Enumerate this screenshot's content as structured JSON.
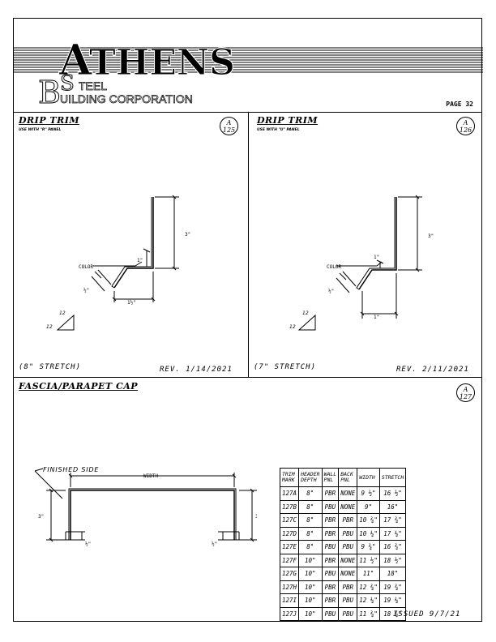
{
  "logo": {
    "word1": "THENS",
    "big_a": "A",
    "line2": "TEEL",
    "line3": "UILDING CORPORATION",
    "big_b": "B",
    "big_s": "S"
  },
  "page": "PAGE 32",
  "panels": [
    {
      "title": "DRIP TRIM",
      "subtitle": "USE WITH \"R\" PANEL",
      "badge_top": "A",
      "badge_num": "125",
      "stretch": "(8\" STRETCH)",
      "rev": "REV. 1/14/2021",
      "labels": {
        "color": "COLOR",
        "height": "3\"",
        "lip": "1\"",
        "base": "1½\"",
        "hem": "½\"",
        "pitch_top": "12",
        "pitch_side": "12"
      }
    },
    {
      "title": "DRIP TRIM",
      "subtitle": "USE WITH \"U\" PANEL",
      "badge_top": "A",
      "badge_num": "126",
      "stretch": "(7\" STRETCH)",
      "rev": "REV. 2/11/2021",
      "labels": {
        "color": "COLOR",
        "height": "3\"",
        "lip": "1\"",
        "base": "1\"",
        "hem": "½\"",
        "pitch_top": "12",
        "pitch_side": "12"
      }
    }
  ],
  "fascia": {
    "title": "FASCIA/PARAPET CAP",
    "badge_top": "A",
    "badge_num": "127",
    "finished_side": "FINISHED SIDE",
    "width": "WIDTH",
    "left_h": "3\"",
    "right_h": "3\"",
    "hem_l": "½\"",
    "hem_r": "½\""
  },
  "table": {
    "headers": [
      [
        "TRIM",
        "MARK"
      ],
      [
        "HEADER",
        "DEPTH"
      ],
      [
        "WALL",
        "PNL"
      ],
      [
        "BACK",
        "PNL"
      ],
      [
        "WIDTH",
        ""
      ],
      [
        "STRETCH",
        ""
      ]
    ],
    "rows": [
      [
        "127A",
        "8\"",
        "PBR",
        "NONE",
        "9 ½\"",
        "16 ½\""
      ],
      [
        "127B",
        "8\"",
        "PBU",
        "NONE",
        "9\"",
        "16\""
      ],
      [
        "127C",
        "8\"",
        "PBR",
        "PBR",
        "10 ¾\"",
        "17 ¾\""
      ],
      [
        "127D",
        "8\"",
        "PBR",
        "PBU",
        "10 ¼\"",
        "17 ¼\""
      ],
      [
        "127E",
        "8\"",
        "PBU",
        "PBU",
        "9 ¾\"",
        "16 ¾\""
      ],
      [
        "127F",
        "10\"",
        "PBR",
        "NONE",
        "11 ½\"",
        "18 ½\""
      ],
      [
        "127G",
        "10\"",
        "PBU",
        "NONE",
        "11\"",
        "18\""
      ],
      [
        "127H",
        "10\"",
        "PBR",
        "PBR",
        "12 ¾\"",
        "19 ¾\""
      ],
      [
        "127I",
        "10\"",
        "PBR",
        "PBU",
        "12 ¼\"",
        "19 ¼\""
      ],
      [
        "127J",
        "10\"",
        "PBU",
        "PBU",
        "11 ¾\"",
        "18 ¾\""
      ]
    ]
  },
  "issued": "ISSUED 9/7/21"
}
